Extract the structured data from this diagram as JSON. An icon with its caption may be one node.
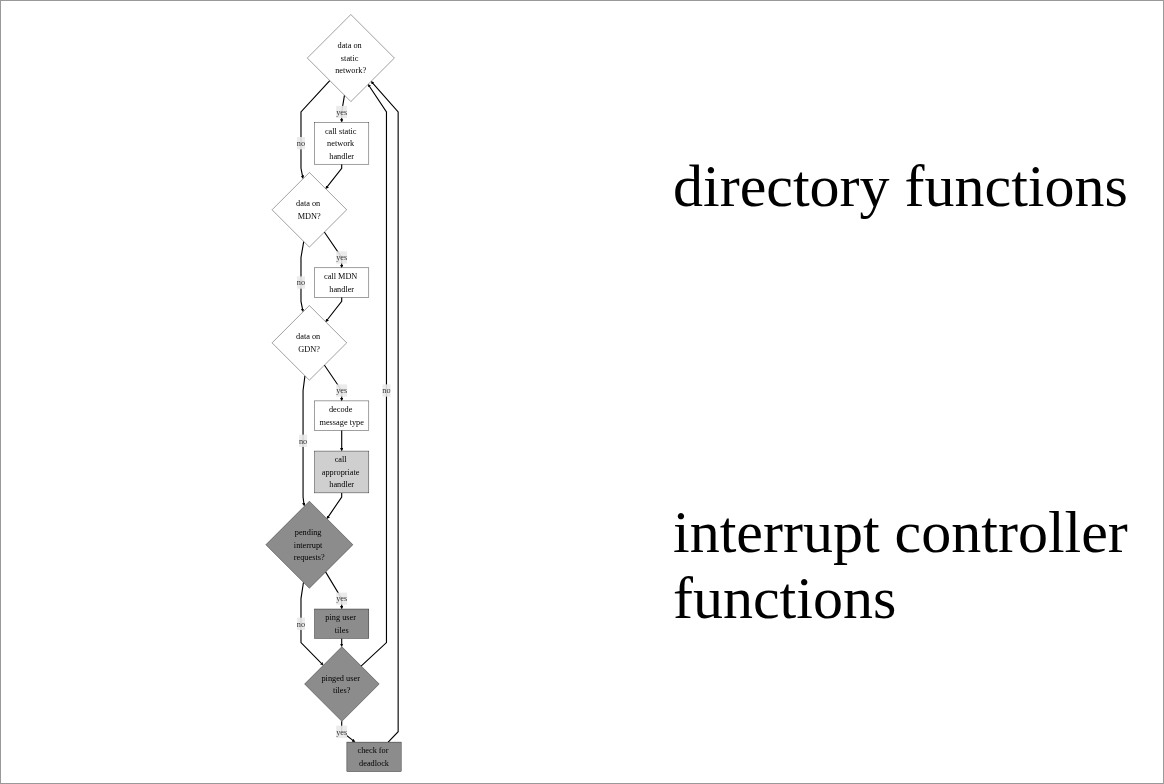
{
  "diagram": {
    "nodes": [
      {
        "text": [
          "data on static network?"
        ]
      },
      {
        "text": [
          "call static network handler"
        ]
      },
      {
        "text": [
          "data on MDN?"
        ]
      },
      {
        "text": [
          "call MDN handler"
        ]
      },
      {
        "text": [
          "data on GDN?"
        ]
      },
      {
        "text": [
          "decode message type"
        ]
      },
      {
        "text": [
          "call appropriate handler"
        ]
      },
      {
        "text": [
          "pending interrupt requests?"
        ]
      },
      {
        "text": [
          "ping user tiles"
        ]
      },
      {
        "text": [
          "pinged user tiles?"
        ]
      },
      {
        "text": [
          "check for deadlock"
        ]
      }
    ],
    "edges": [
      {
        "from": 0,
        "to": 1,
        "label": "yes",
        "arrow": "to"
      },
      {
        "from": 0,
        "to": 2,
        "label": "no",
        "arrow": "to"
      },
      {
        "from": 1,
        "to": 2,
        "arrow": "to"
      },
      {
        "from": 2,
        "to": 3,
        "label": "yes",
        "arrow": "to"
      },
      {
        "from": 2,
        "to": 4,
        "label": "no",
        "arrow": "to"
      },
      {
        "from": 3,
        "to": 4,
        "arrow": "to"
      },
      {
        "from": 4,
        "to": 5,
        "label": "yes",
        "arrow": "to"
      },
      {
        "from": 5,
        "to": 6,
        "arrow": "to"
      },
      {
        "from": 4,
        "to": 7,
        "label": "no",
        "arrow": "to"
      },
      {
        "from": 6,
        "to": 7,
        "arrow": "to"
      },
      {
        "from": 7,
        "to": 8,
        "label": "yes",
        "arrow": "to"
      },
      {
        "from": 7,
        "to": 9,
        "label": "no",
        "arrow": "to"
      },
      {
        "from": 8,
        "to": 9,
        "arrow": "to"
      },
      {
        "from": 9,
        "to": 10,
        "label": "yes",
        "arrow": "to"
      },
      {
        "from": 9,
        "to": 0,
        "label": "no",
        "arrow": "to"
      },
      {
        "from": 10,
        "to": 0,
        "arrow": "to"
      }
    ],
    "labels": [
      "directory functions",
      "interrupt controller functions"
    ]
  }
}
